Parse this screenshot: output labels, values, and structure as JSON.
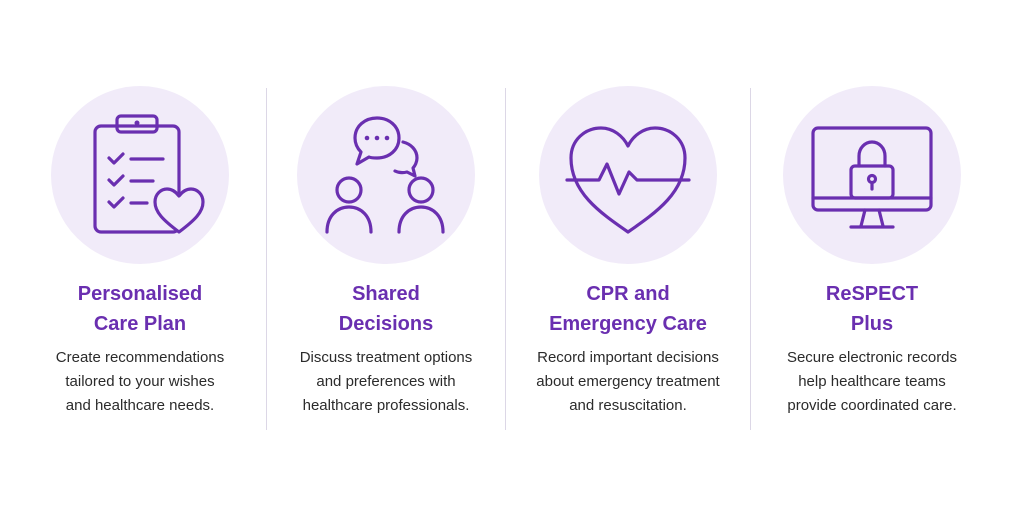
{
  "colors": {
    "accent": "#6a2fb0",
    "circle_bg": "#f1ebf9",
    "text": "#2b2b2b",
    "divider": "#dcd7e6"
  },
  "features": [
    {
      "icon": "clipboard-heart-icon",
      "title_lines": [
        "Personalised",
        "Care Plan"
      ],
      "desc_lines": [
        "Create recommendations",
        "tailored to your wishes",
        "and healthcare needs."
      ]
    },
    {
      "icon": "chat-people-icon",
      "title_lines": [
        "Shared",
        "Decisions"
      ],
      "desc_lines": [
        "Discuss treatment options",
        "and preferences with",
        "healthcare professionals."
      ]
    },
    {
      "icon": "heartbeat-icon",
      "title_lines": [
        "CPR and",
        "Emergency Care"
      ],
      "desc_lines": [
        "Record important decisions",
        "about emergency treatment",
        "and resuscitation."
      ]
    },
    {
      "icon": "monitor-lock-icon",
      "title_lines": [
        "ReSPECT",
        "Plus"
      ],
      "desc_lines": [
        "Secure electronic records",
        "help healthcare teams",
        "provide coordinated care."
      ]
    }
  ]
}
